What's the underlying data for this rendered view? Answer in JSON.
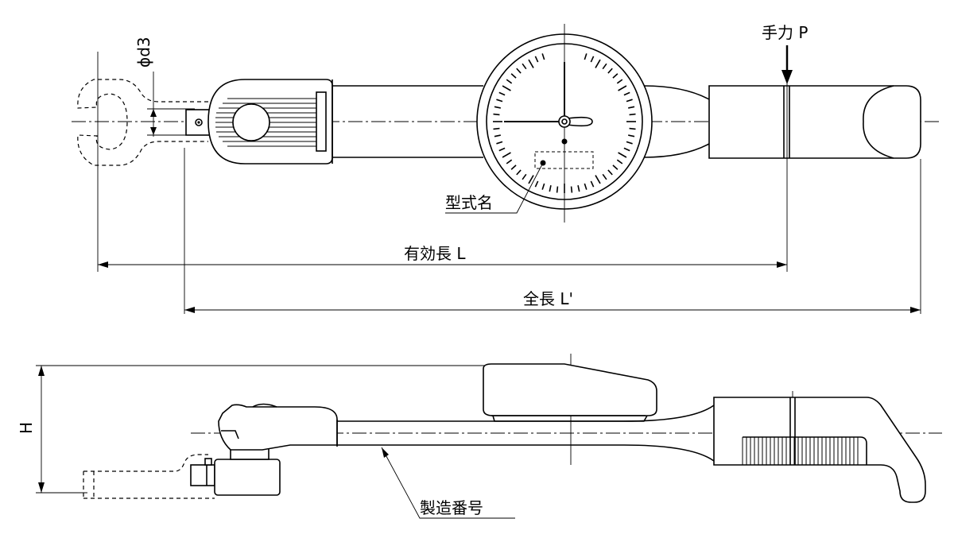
{
  "labels": {
    "phi_d3": "ϕd3",
    "hand_force": "手力 P",
    "model_name": "型式名",
    "effective_length": "有効長 L",
    "overall_length": "全長 L'",
    "height": "H",
    "serial_number": "製造番号"
  }
}
